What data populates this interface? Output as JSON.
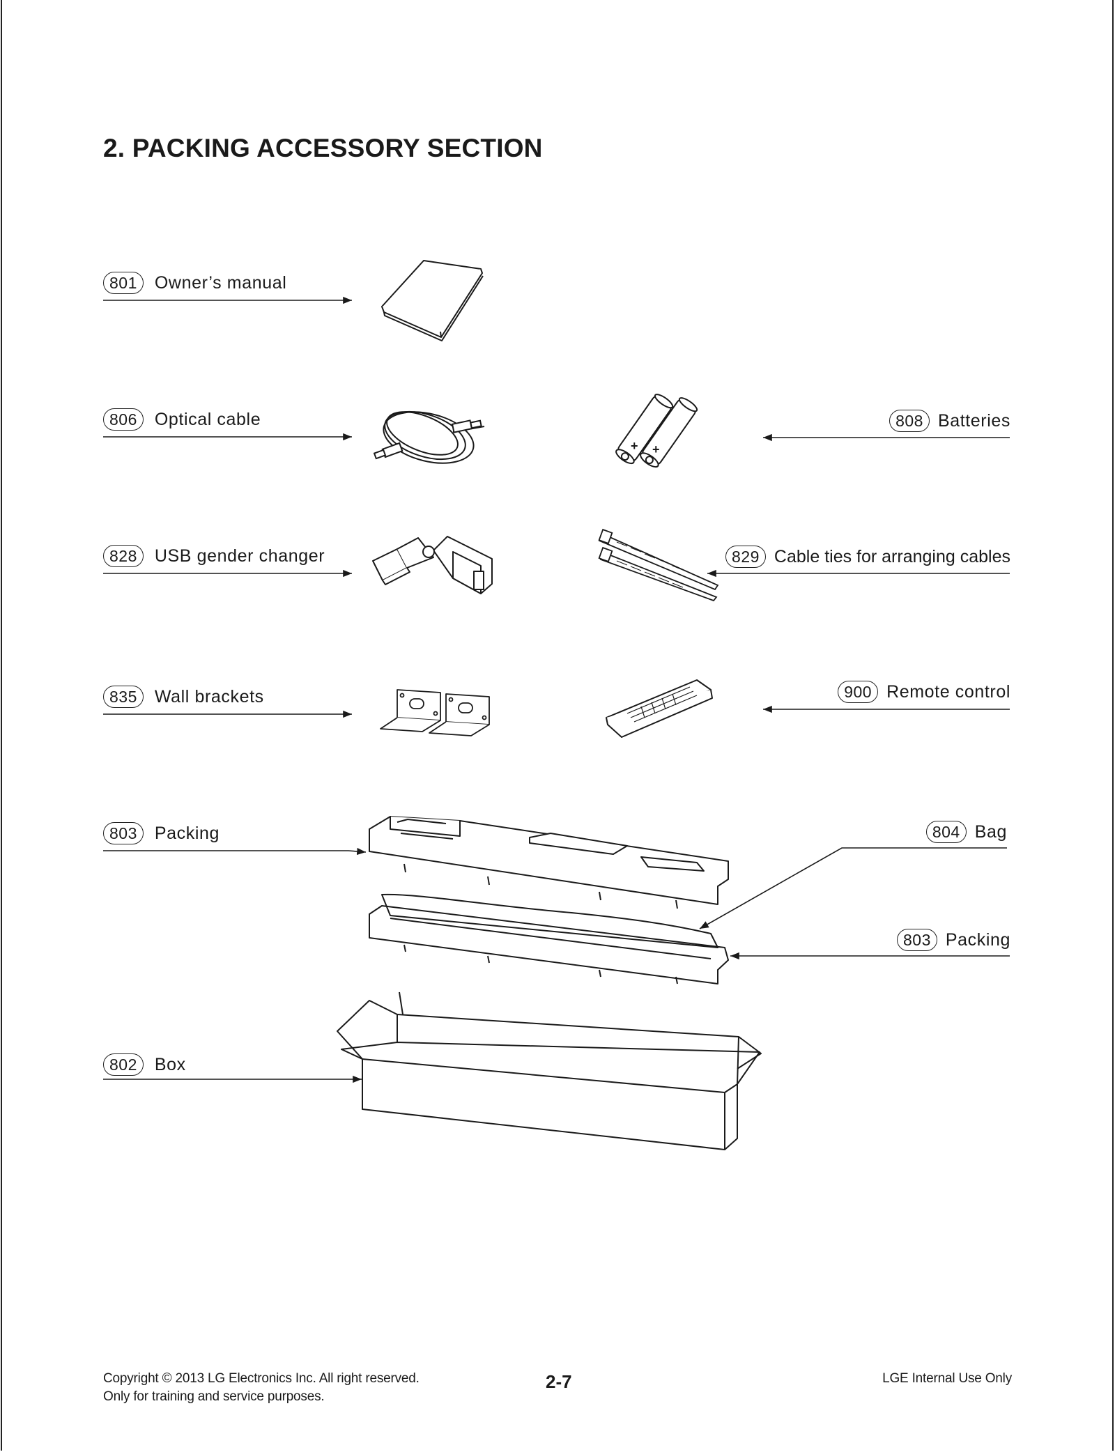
{
  "page": {
    "title": "2. PACKING ACCESSORY SECTION",
    "page_number": "2-7"
  },
  "parts": [
    {
      "id": "p801",
      "number": "801",
      "name": "Owner’s manual"
    },
    {
      "id": "p806",
      "number": "806",
      "name": "Optical cable"
    },
    {
      "id": "p808",
      "number": "808",
      "name": "Batteries"
    },
    {
      "id": "p828",
      "number": "828",
      "name": "USB gender changer"
    },
    {
      "id": "p829",
      "number": "829",
      "name": "Cable ties for arranging cables"
    },
    {
      "id": "p835",
      "number": "835",
      "name": "Wall brackets"
    },
    {
      "id": "p900",
      "number": "900",
      "name": "Remote control"
    },
    {
      "id": "p803a",
      "number": "803",
      "name": "Packing"
    },
    {
      "id": "p804",
      "number": "804",
      "name": "Bag"
    },
    {
      "id": "p803b",
      "number": "803",
      "name": "Packing"
    },
    {
      "id": "p802",
      "number": "802",
      "name": "Box"
    }
  ],
  "footer": {
    "copyright": "Copyright © 2013 LG Electronics Inc. All right reserved.",
    "purpose": "Only for training and service purposes.",
    "internal": "LGE Internal Use Only"
  }
}
